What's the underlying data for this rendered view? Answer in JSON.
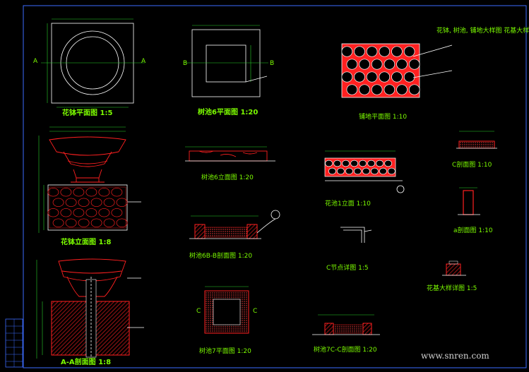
{
  "colors": {
    "background": "#000000",
    "label": "#7CFC00",
    "line": "#ffffff",
    "dimension": "#2bd12b",
    "hatch": "#ff2020",
    "frame": "#3d6cff"
  },
  "header_note": "花钵, 树池, 铺地大样图 花基大样图",
  "labels": {
    "pot_plan": "花钵平面图 1:5",
    "pot_elev": "花钵立面图 1:8",
    "pot_section": "A-A剖面图 1:8",
    "tree6_plan": "树池6平面图 1:20",
    "tree6_elev": "树池6立面图 1:20",
    "tree6_section": "树池6B-B剖面图 1:20",
    "tree7_plan": "树池7平面图 1:20",
    "tree7_section": "树池7C-C剖面图 1:20",
    "paving_plan": "铺地平面图 1:10",
    "planter1_elev": "花池1立面 1:10",
    "node_detail": "C节点详图 1:5",
    "section_c": "C剖面图 1:10",
    "section_a": "a剖面图 1:10",
    "base_detail": "花基大样详图 1:5"
  },
  "markers": {
    "a": "A",
    "b": "B",
    "c": "C"
  },
  "watermark": "www.snren.com"
}
